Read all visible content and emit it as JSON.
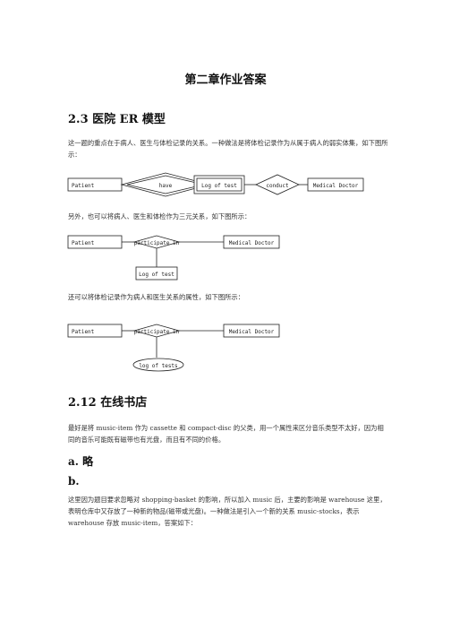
{
  "page": {
    "title": "第二章作业答案"
  },
  "section_2_3": {
    "heading": "2.3  医院 ER 模型",
    "intro": "这一题的重点在于病人、医生与体检记录的关系。一种做法是将体检记录作为从属于病人的弱实体集，如下图所示：",
    "diagram1": {
      "patient": "Patient",
      "have": "have",
      "log": "Log of test",
      "conduct": "conduct",
      "doctor": "Medical Doctor"
    },
    "text2": "另外，也可以将病人、医生和体检作为三元关系，如下图所示：",
    "diagram2": {
      "patient": "Patient",
      "participate": "participate in",
      "doctor": "Medical Doctor",
      "log": "Log of test"
    },
    "text3": "还可以将体检记录作为病人和医生关系的属性，如下图所示：",
    "diagram3": {
      "patient": "Patient",
      "participate": "participate in",
      "doctor": "Medical Doctor",
      "attr": "log of tests"
    }
  },
  "section_2_12": {
    "heading": "2.12  在线书店",
    "para1": "最好是将 music-item 作为 cassette 和 compact-disc 的父类，用一个属性来区分音乐类型不太好，因为相同的音乐可能既有磁带也有光盘，而且有不同的价格。",
    "sub_a": "a.  略",
    "sub_b": "b.",
    "para2": "这里因为题目要求忽略对 shopping-basket 的影响，所以加入 music 后，主要的影响是 warehouse 这里，表明仓库中又存放了一种新的物品(磁带或光盘)。一种做法是引入一个新的关系 music-stocks，表示 warehouse 存放 music-item，答案如下："
  }
}
